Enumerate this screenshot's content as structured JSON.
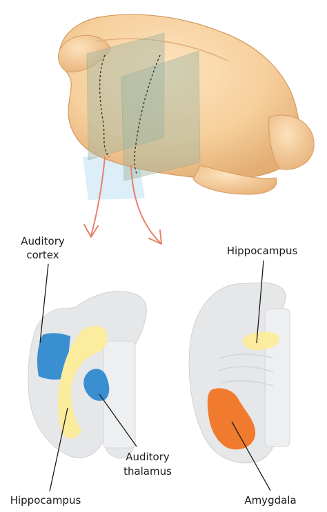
{
  "labels": {
    "auditory_cortex_line1": "Auditory",
    "auditory_cortex_line2": "cortex",
    "hippocampus_top_right": "Hippocampus",
    "auditory_thalamus_line1": "Auditory",
    "auditory_thalamus_line2": "thalamus",
    "hippocampus_bottom_left": "Hippocampus",
    "amygdala": "Amygdala"
  },
  "colors": {
    "brain_surface": "#f6cf9c",
    "section_tissue": "#e6e7e8",
    "auditory_cortex": "#3a8fd0",
    "auditory_thalamus": "#3a8fd0",
    "hippocampus": "#fbec9e",
    "amygdala": "#f07a2e",
    "section_arrows": "#e8806c",
    "section_planes": "#9fb6a4"
  }
}
